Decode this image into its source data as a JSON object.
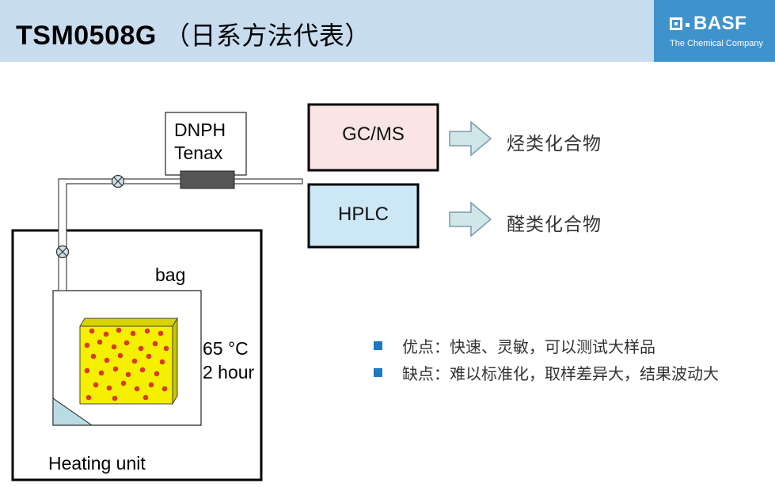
{
  "header": {
    "title_main": "TSM0508G",
    "title_cn": "（日系方法代表）",
    "logo_text": "BASF",
    "logo_subtitle": "The Chemical Company"
  },
  "diagram": {
    "dnph_label_line1": "DNPH",
    "dnph_label_line2": "Tenax",
    "gcms_label": "GC/MS",
    "hplc_label": "HPLC",
    "gcms_result": "烃类化合物",
    "hplc_result": "醛类化合物",
    "bag_label": "bag",
    "temp_label": "65 °C",
    "time_label": "2 hour",
    "heating_label": "Heating unit"
  },
  "bullets": [
    "优点：快速、灵敏，可以测试大样品",
    "缺点：难以标准化，取样差异大，结果波动大"
  ],
  "colors": {
    "header_bg": "#c7ddef",
    "logo_bg": "#3f93cc",
    "gcms_fill": "#fbe4e4",
    "hplc_fill": "#cce8f7",
    "sample_fill": "#f4f000",
    "dot_color": "#d73a2a",
    "arrow_fill": "#cfe6ea",
    "bullet_color": "#1e78c2"
  },
  "icons": [
    "valve-icon",
    "arrow-right-icon",
    "basf-logo-icon"
  ]
}
